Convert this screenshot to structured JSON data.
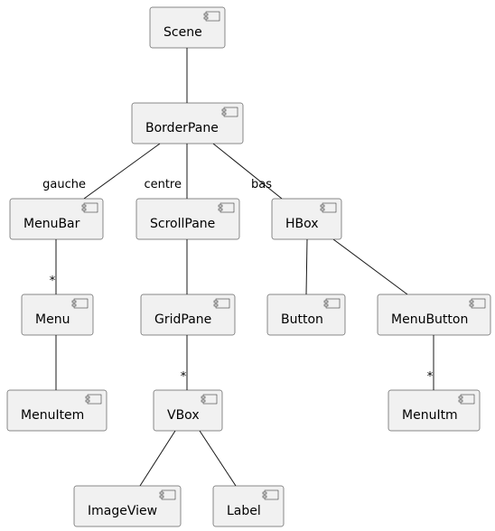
{
  "colors": {
    "node_fill": "#f1f1f1",
    "node_stroke": "#181818",
    "edge_stroke": "#181818",
    "text": "#000000"
  },
  "icon": "component-icon",
  "nodes": {
    "scene": "Scene",
    "borderpane": "BorderPane",
    "menubar": "MenuBar",
    "scrollpane": "ScrollPane",
    "hbox": "HBox",
    "menu": "Menu",
    "gridpane": "GridPane",
    "button": "Button",
    "menubutton": "MenuButton",
    "menuitem": "MenuItem",
    "vbox": "VBox",
    "menuitm": "MenuItm",
    "imageview": "ImageView",
    "label": "Label"
  },
  "edge_labels": {
    "gauche": "gauche",
    "centre": "centre",
    "bas": "bas",
    "menu_mult": "*",
    "vbox_mult": "*",
    "menuitm_mult": "*"
  }
}
